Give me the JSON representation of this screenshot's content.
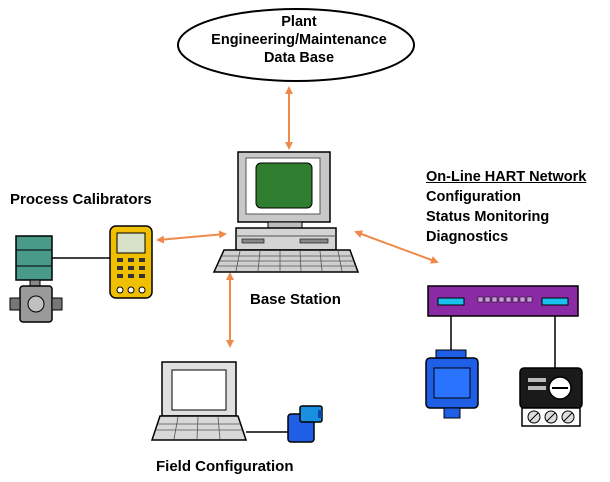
{
  "database": {
    "lines": [
      "Plant",
      "Engineering/Maintenance",
      "Data Base"
    ]
  },
  "base_station": {
    "label": "Base Station"
  },
  "process_calibrators": {
    "label": "Process Calibrators"
  },
  "field_configuration": {
    "label": "Field Configuration"
  },
  "network": {
    "title": "On-Line HART Network",
    "items": [
      "Configuration",
      "Status Monitoring",
      "Diagnostics"
    ]
  },
  "colors": {
    "arrow": "#f08a4b",
    "screen": "#2f7d2f",
    "network_bar": "#8b2aa5",
    "port": "#19c2ee",
    "device_blue": "#1f5fe6",
    "calibrator": "#f0c000",
    "transmitter": "#4a9a8a"
  }
}
